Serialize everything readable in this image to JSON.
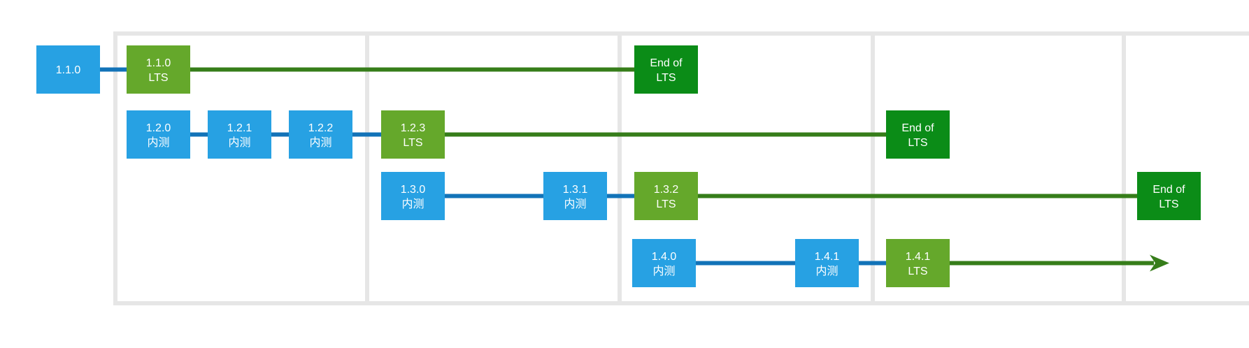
{
  "colors": {
    "grid": "#e6e6e6",
    "prerelease": "#27a1e3",
    "lts": "#65a82b",
    "eol": "#0b8c17",
    "blue_line": "#1273b8",
    "green_line": "#367d1a"
  },
  "nodes": [
    {
      "id": "n110",
      "kind": "prerelease",
      "line1": "1.1.0",
      "line2": ""
    },
    {
      "id": "n110lts",
      "kind": "lts",
      "line1": "1.1.0",
      "line2": "LTS"
    },
    {
      "id": "eol1",
      "kind": "eol",
      "line1": "End of",
      "line2": "LTS"
    },
    {
      "id": "n120",
      "kind": "prerelease",
      "line1": "1.2.0",
      "line2": "内测"
    },
    {
      "id": "n121",
      "kind": "prerelease",
      "line1": "1.2.1",
      "line2": "内测"
    },
    {
      "id": "n122",
      "kind": "prerelease",
      "line1": "1.2.2",
      "line2": "内测"
    },
    {
      "id": "n123lts",
      "kind": "lts",
      "line1": "1.2.3",
      "line2": "LTS"
    },
    {
      "id": "eol2",
      "kind": "eol",
      "line1": "End of",
      "line2": "LTS"
    },
    {
      "id": "n130",
      "kind": "prerelease",
      "line1": "1.3.0",
      "line2": "内测"
    },
    {
      "id": "n131",
      "kind": "prerelease",
      "line1": "1.3.1",
      "line2": "内测"
    },
    {
      "id": "n132lts",
      "kind": "lts",
      "line1": "1.3.2",
      "line2": "LTS"
    },
    {
      "id": "eol3",
      "kind": "eol",
      "line1": "End of",
      "line2": "LTS"
    },
    {
      "id": "n140",
      "kind": "prerelease",
      "line1": "1.4.0",
      "line2": "内测"
    },
    {
      "id": "n141",
      "kind": "prerelease",
      "line1": "1.4.1",
      "line2": "内测"
    },
    {
      "id": "n141lts",
      "kind": "lts",
      "line1": "1.4.1",
      "line2": "LTS"
    }
  ],
  "connectors": [
    {
      "from": "n110",
      "to": "n110lts",
      "kind": "blue"
    },
    {
      "from": "n110lts",
      "to": "eol1",
      "kind": "green"
    },
    {
      "from": "n120",
      "to": "n121",
      "kind": "blue"
    },
    {
      "from": "n121",
      "to": "n122",
      "kind": "blue"
    },
    {
      "from": "n122",
      "to": "n123lts",
      "kind": "blue"
    },
    {
      "from": "n123lts",
      "to": "eol2",
      "kind": "green"
    },
    {
      "from": "n130",
      "to": "n131",
      "kind": "blue"
    },
    {
      "from": "n131",
      "to": "n132lts",
      "kind": "blue"
    },
    {
      "from": "n132lts",
      "to": "eol3",
      "kind": "green"
    },
    {
      "from": "n140",
      "to": "n141",
      "kind": "blue"
    },
    {
      "from": "n141",
      "to": "n141lts",
      "kind": "blue"
    }
  ],
  "arrow": {
    "from": "n141lts",
    "kind": "green"
  }
}
